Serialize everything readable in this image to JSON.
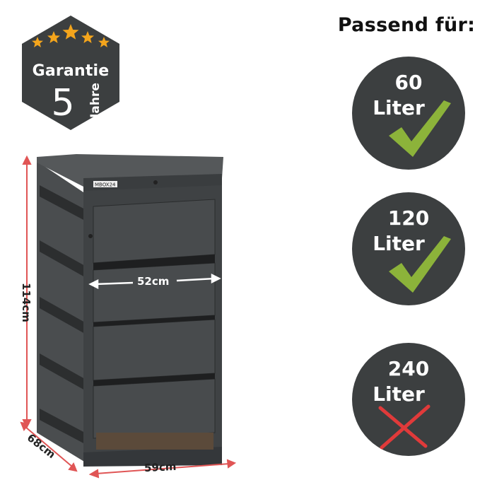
{
  "badge": {
    "title": "Garantie",
    "number": "5",
    "unit": "Jahre",
    "star_count": 5
  },
  "passend": {
    "heading": "Passend für:"
  },
  "capacities": [
    {
      "number": "60",
      "unit": "Liter",
      "status": "check"
    },
    {
      "number": "120",
      "unit": "Liter",
      "status": "check"
    },
    {
      "number": "240",
      "unit": "Liter",
      "status": "cross"
    }
  ],
  "dimensions": {
    "height": "114cm",
    "depth": "68cm",
    "width": "59cm",
    "inner_width": "52cm"
  },
  "product": {
    "brand_label": "MBOX24"
  },
  "colors": {
    "dark": "#3c3f40",
    "star": "#f4a51c",
    "check": "#8cb33a",
    "cross": "#e03a3a",
    "dimension_line": "#e05555"
  }
}
